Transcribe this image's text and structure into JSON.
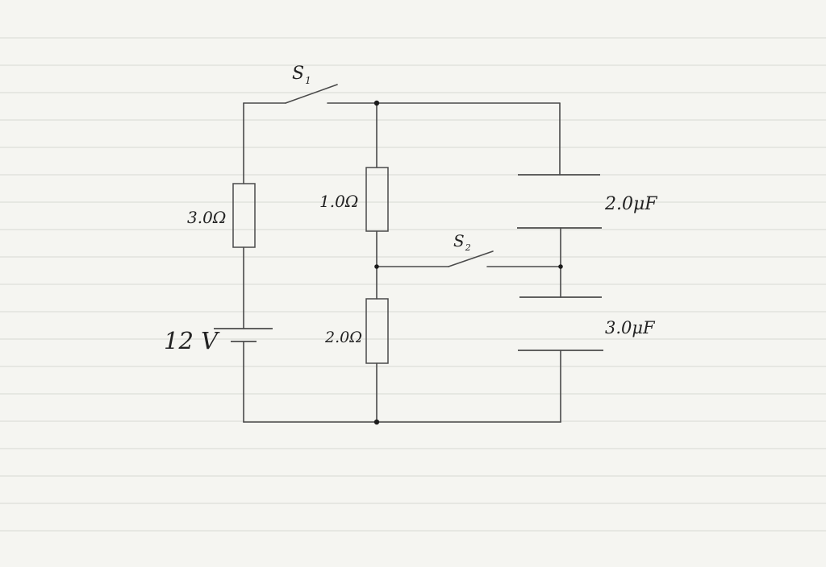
{
  "labels": {
    "switch_1": {
      "main": "S",
      "sub": "1"
    },
    "switch_2": {
      "main": "S",
      "sub": "2"
    },
    "resistor_left": "3.0Ω",
    "resistor_top_middle": "1.0Ω",
    "resistor_bottom_middle": "2.0Ω",
    "battery": "12 V",
    "capacitor_top": "2.0μF",
    "capacitor_bottom": "3.0μF"
  },
  "colors": {
    "paper": "#f5f5f1",
    "rule_lines": "#d8d9d4",
    "wire": "#4a4a4a",
    "node": "#1c1c1c",
    "text": "#222222"
  }
}
